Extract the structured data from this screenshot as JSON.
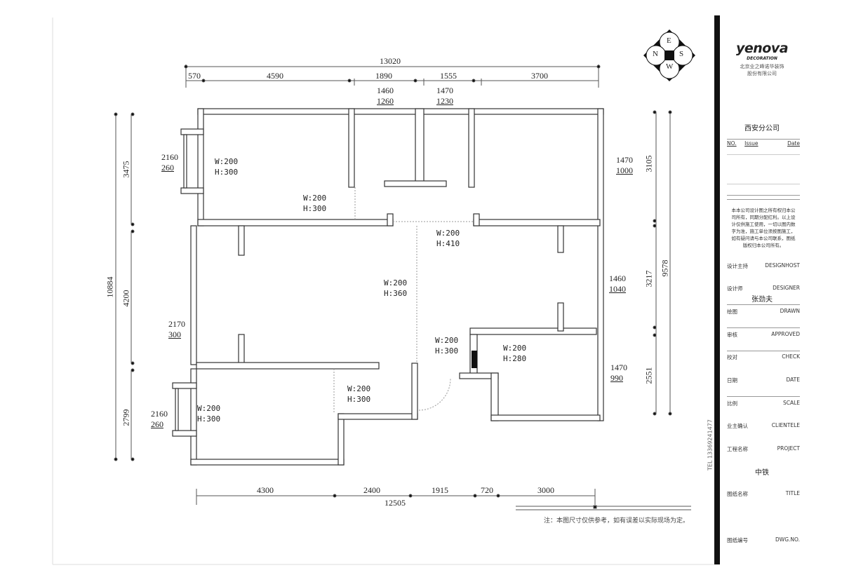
{
  "compass": {
    "n": "N",
    "e": "E",
    "s": "S",
    "w": "W"
  },
  "dimensions": {
    "top_total": "13020",
    "top_segments": [
      "570",
      "4590",
      "1890",
      "1555",
      "3700"
    ],
    "bottom_total": "12505",
    "bottom_segments": [
      "4300",
      "2400",
      "1915",
      "720",
      "3000"
    ],
    "left_total": "10884",
    "left_segments": [
      "3475",
      "4200",
      "2799"
    ],
    "right_total": "9578",
    "right_segments": [
      "3105",
      "3217",
      "2551"
    ]
  },
  "windows": [
    {
      "w": "2160",
      "h": "260"
    },
    {
      "w": "1460",
      "h": "1260"
    },
    {
      "w": "1470",
      "h": "1230"
    },
    {
      "w": "1470",
      "h": "1000"
    },
    {
      "w": "2170",
      "h": "300"
    },
    {
      "w": "1460",
      "h": "1040"
    },
    {
      "w": "2160",
      "h": "260"
    },
    {
      "w": "1470",
      "h": "990"
    }
  ],
  "doors": [
    {
      "w": "W:200",
      "h": "H:300"
    },
    {
      "w": "W:200",
      "h": "H:300"
    },
    {
      "w": "W:200",
      "h": "H:410"
    },
    {
      "w": "W:200",
      "h": "H:360"
    },
    {
      "w": "W:200",
      "h": "H:300"
    },
    {
      "w": "W:200",
      "h": "H:280"
    },
    {
      "w": "W:200",
      "h": "H:300"
    },
    {
      "w": "W:200",
      "h": "H:300"
    }
  ],
  "note": "注：本图尺寸仅供参考，如有误差以实际现场为定。",
  "side_text": "TEL 13369241477",
  "title_block": {
    "logo": "yenova",
    "logo_sub": "DECORATION",
    "company": "北京业之峰诺华装饰",
    "company2": "股份有限公司",
    "branch": "西安分公司",
    "issue_headers": [
      "NO.",
      "Issue",
      "Date"
    ],
    "copyright": "本本公司设计图之所有权归本公司所有，同期分配红利。以上设计仅供施工使用，一切以图内数字为准，施工单位须按图施工，如有疑问请与本公司联系，图纸版权归本公司所有。",
    "rows": [
      {
        "cn": "设计主持",
        "en": "DESIGNHOST"
      },
      {
        "cn": "设计师",
        "en": "DESIGNER",
        "value": "张劲夫"
      },
      {
        "cn": "绘图",
        "en": "DRAWN"
      },
      {
        "cn": "审核",
        "en": "APPROVED"
      },
      {
        "cn": "校对",
        "en": "CHECK"
      },
      {
        "cn": "日期",
        "en": "DATE"
      },
      {
        "cn": "比例",
        "en": "SCALE"
      },
      {
        "cn": "业主确认",
        "en": "CLIENTELE"
      },
      {
        "cn": "工程名称",
        "en": "PROJECT",
        "value": "中铁"
      },
      {
        "cn": "图纸名称",
        "en": "TITLE"
      },
      {
        "cn": "图纸编号",
        "en": "DWG.NO."
      }
    ]
  }
}
